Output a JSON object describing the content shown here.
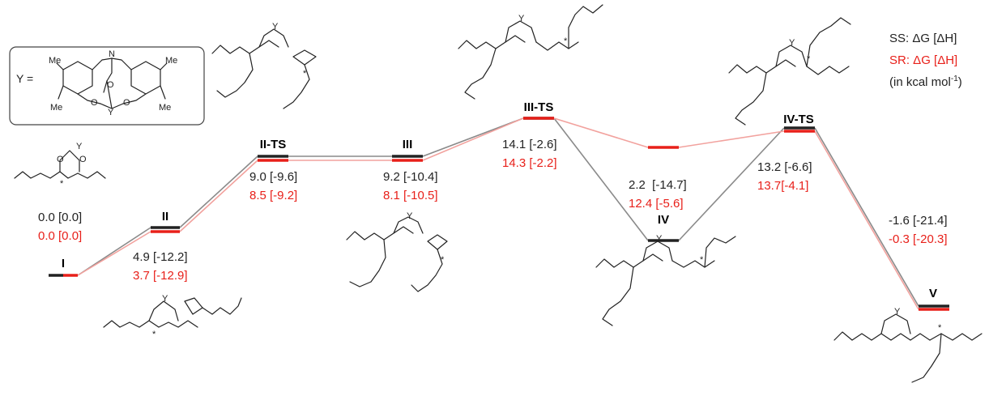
{
  "legend": {
    "ss_label": "SS: ΔG [ΔH]",
    "sr_label": "SR: ΔG [ΔH]",
    "units_prefix": "(in kcal mol",
    "units_exp": "-1",
    "units_suffix": ")",
    "ss_color": "#222222",
    "sr_color": "#e8201a"
  },
  "ligand_box": {
    "y_label": "Y =",
    "me_labels": [
      "Me",
      "Me",
      "Me",
      "Me"
    ],
    "atom_labels": [
      "N",
      "O",
      "O",
      "O",
      "Y"
    ]
  },
  "states": [
    {
      "name": "I",
      "ss": "0.0 [0.0]",
      "sr": "0.0 [0.0]"
    },
    {
      "name": "II",
      "ss": "4.9 [-12.2]",
      "sr": "3.7 [-12.9]"
    },
    {
      "name": "II-TS",
      "ss": "9.0 [-9.6]",
      "sr": "8.5 [-9.2]"
    },
    {
      "name": "III",
      "ss": "9.2 [-10.4]",
      "sr": "8.1 [-10.5]"
    },
    {
      "name": "III-TS",
      "ss": "14.1 [-2.6]",
      "sr": "14.3 [-2.2]"
    },
    {
      "name": "IV",
      "ss": "2.2  [-14.7]",
      "sr": "12.4 [-5.6]"
    },
    {
      "name": "IV-TS",
      "ss": "13.2 [-6.6]",
      "sr": "13.7[-4.1]"
    },
    {
      "name": "V",
      "ss": "-1.6 [-21.4]",
      "sr": "-0.3 [-20.3]"
    }
  ],
  "structure_atoms": {
    "y": "Y",
    "o": "O",
    "star": "*"
  }
}
